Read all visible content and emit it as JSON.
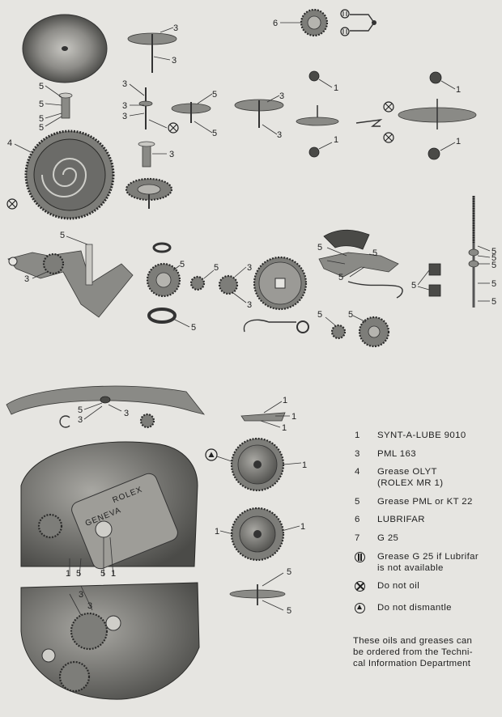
{
  "legend": {
    "items": [
      {
        "key": "1",
        "symbol": "",
        "text": "SYNT-A-LUBE 9010"
      },
      {
        "key": "3",
        "symbol": "",
        "text": "PML 163"
      },
      {
        "key": "4",
        "symbol": "",
        "text": "Grease OLYT\n(ROLEX MR 1)"
      },
      {
        "key": "5",
        "symbol": "",
        "text": "Grease PML or KT 22"
      },
      {
        "key": "6",
        "symbol": "",
        "text": "LUBRIFAR"
      },
      {
        "key": "7",
        "symbol": "",
        "text": "G 25"
      },
      {
        "key": "",
        "symbol": "bars",
        "text": "Grease G 25 if Lubrifar\nis not available"
      },
      {
        "key": "",
        "symbol": "x",
        "text": "Do not oil"
      },
      {
        "key": "",
        "symbol": "tri",
        "text": "Do not dismantle"
      }
    ],
    "note": "These oils and greases can\nbe ordered from the Techni-\ncal Information Department"
  },
  "callouts": {
    "one": "1",
    "three": "3",
    "four": "4",
    "five": "5",
    "six": "6"
  },
  "plate_engraving": {
    "line1": "ROLEX",
    "line2": "GENEVA"
  },
  "colors": {
    "paper": "#e6e5e1",
    "metal": "#8a8a86",
    "ink": "#1f1f1f"
  }
}
